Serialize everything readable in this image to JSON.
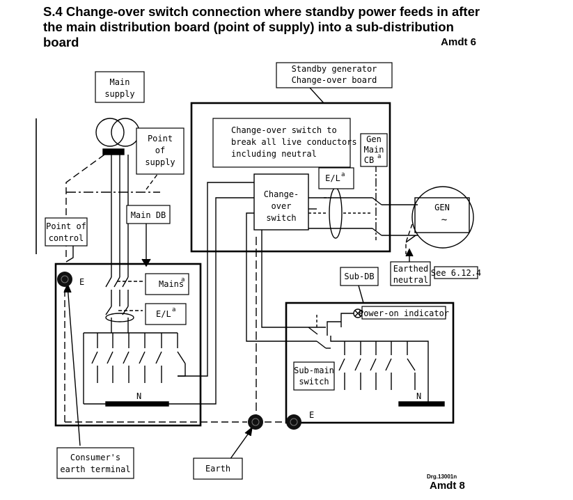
{
  "title": {
    "text": "S.4 Change-over switch connection where standby power feeds in after the main distribution board (point of supply) into a sub-distribution board",
    "amendment": "Amdt 6"
  },
  "labels": {
    "main_supply_l1": "Main",
    "main_supply_l2": "supply",
    "point_of_supply_l1": "Point",
    "point_of_supply_l2": "of",
    "point_of_supply_l3": "supply",
    "main_db": "Main DB",
    "point_of_control_l1": "Point of",
    "point_of_control_l2": "control",
    "standby_l1": "Standby generator",
    "standby_l2": "Change-over board",
    "cos_note_l1": "Change-over switch to",
    "cos_note_l2": "break all live conductors",
    "cos_note_l3": "including neutral",
    "gen_main_l1": "Gen",
    "gen_main_l2": "Main",
    "gen_main_l3": "CB",
    "el_board": "E/L",
    "changeover_l1": "Change-",
    "changeover_l2": "over",
    "changeover_l3": "switch",
    "gen": "GEN",
    "gen_symbol": "~",
    "mains": "Mains",
    "el_main": "E/L",
    "superscript": "a",
    "earth_letter_main": "E",
    "neutral_main": "N",
    "earthed_neutral_l1": "Earthed",
    "earthed_neutral_l2": "neutral",
    "see_ref": "See 6.12.4",
    "sub_db": "Sub-DB",
    "power_on": "Power-on indicator",
    "sub_main_l1": "Sub-main",
    "sub_main_l2": "switch",
    "neutral_sub": "N",
    "earth_letter_sub": "E",
    "consumer_l1": "Consumer's",
    "consumer_l2": "earth terminal",
    "earth": "Earth"
  },
  "footer": {
    "drawing_ref": "Drg.13001n",
    "amendment": "Amdt 8"
  }
}
